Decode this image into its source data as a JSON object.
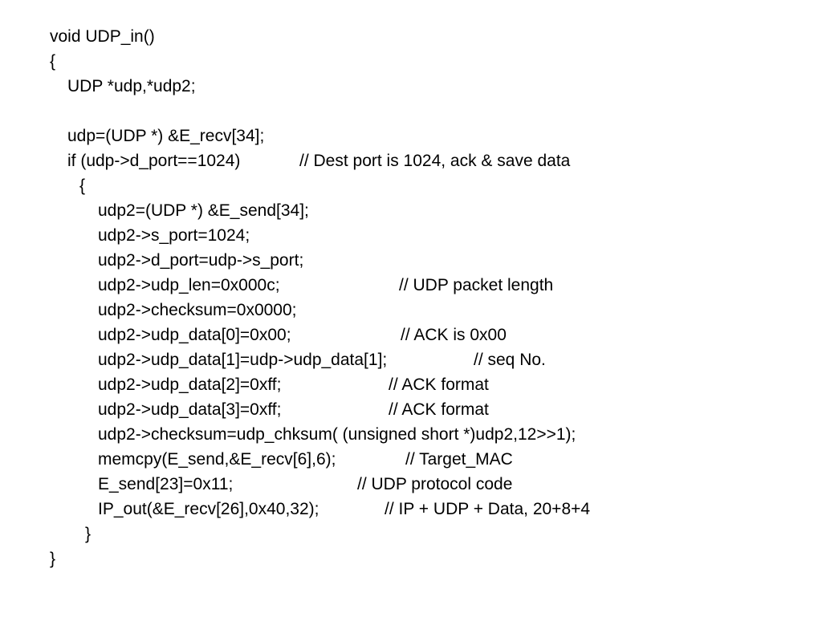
{
  "slide": {
    "lines": [
      {
        "code": "void UDP_in()",
        "comment": ""
      },
      {
        "code": "{",
        "comment": ""
      },
      {
        "code": "UDP *udp,*udp2;",
        "comment": ""
      },
      {
        "code": "",
        "comment": ""
      },
      {
        "code": "udp=(UDP *) &E_recv[34];",
        "comment": ""
      },
      {
        "code": "if (udp->d_port==1024)",
        "comment": "// Dest port is 1024, ack & save data"
      },
      {
        "code": "{",
        "comment": ""
      },
      {
        "code": "udp2=(UDP *) &E_send[34];",
        "comment": ""
      },
      {
        "code": "udp2->s_port=1024;",
        "comment": ""
      },
      {
        "code": "udp2->d_port=udp->s_port;",
        "comment": ""
      },
      {
        "code": "udp2->udp_len=0x000c;",
        "comment": "// UDP packet length"
      },
      {
        "code": "udp2->checksum=0x0000;",
        "comment": ""
      },
      {
        "code": "udp2->udp_data[0]=0x00;",
        "comment": "// ACK is 0x00"
      },
      {
        "code": "udp2->udp_data[1]=udp->udp_data[1];",
        "comment": "// seq No."
      },
      {
        "code": "udp2->udp_data[2]=0xff;",
        "comment": "// ACK format"
      },
      {
        "code": "udp2->udp_data[3]=0xff;",
        "comment": "// ACK format"
      },
      {
        "code": "udp2->checksum=udp_chksum( (unsigned short *)udp2,12>>1);",
        "comment": ""
      },
      {
        "code": "memcpy(E_send,&E_recv[6],6);",
        "comment": "// Target_MAC"
      },
      {
        "code": "E_send[23]=0x11;",
        "comment": "// UDP protocol code"
      },
      {
        "code": "IP_out(&E_recv[26],0x40,32);",
        "comment": "// IP + UDP + Data, 20+8+4"
      },
      {
        "code": "}",
        "comment": ""
      },
      {
        "code": "}",
        "comment": ""
      }
    ]
  }
}
